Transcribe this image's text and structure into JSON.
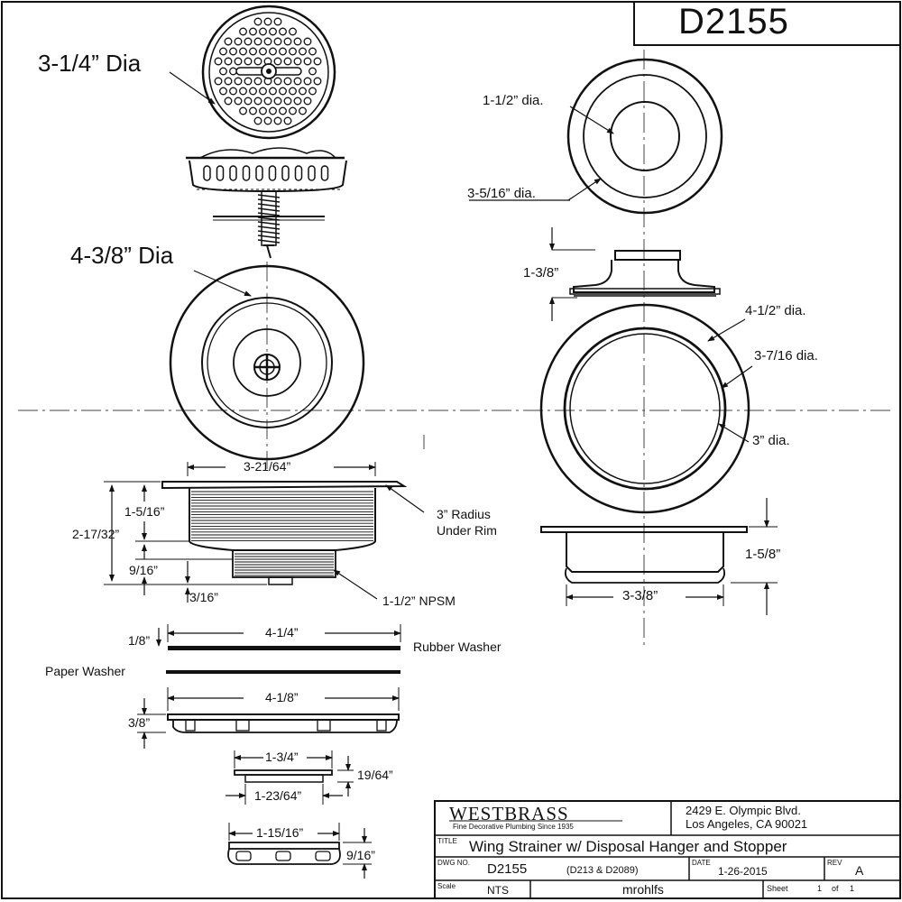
{
  "drawing_number_box": "D2155",
  "top_strainer": {
    "dia": "3-1/4” Dia"
  },
  "wing_strainer": {
    "dia": "4-3/8” Dia"
  },
  "stopper_top": {
    "hole_dia": "1-1/2” dia.",
    "outer_dia": "3-5/16” dia."
  },
  "stopper_side": {
    "height": "1-3/8”"
  },
  "flange_top": {
    "outer": "4-1/2” dia.",
    "mid": "3-7/16 dia.",
    "inner": "3” dia."
  },
  "flange_side": {
    "height": "1-5/8”",
    "width": "3-3/8”"
  },
  "body_side": {
    "top_width": "3-21/64”",
    "d_1_5_16": "1-5/16”",
    "d_2_17_32": "2-17/32”",
    "d_9_16": "9/16”",
    "d_3_16": "3/16”",
    "radius_note_1": "3” Radius",
    "radius_note_2": "Under Rim",
    "thread": "1-1/2” NPSM"
  },
  "rubber_washer": {
    "thickness": "1/8”",
    "width": "4-1/4”",
    "label": "Rubber Washer"
  },
  "paper_washer": {
    "label": "Paper Washer"
  },
  "nut": {
    "width": "4-1/8”",
    "height": "3/8”"
  },
  "small_washer": {
    "outer": "1-3/4”",
    "inner": "1-23/64”",
    "height": "19/64”"
  },
  "small_nut": {
    "width": "1-15/16”",
    "height": "9/16”"
  },
  "title_block": {
    "company": "WESTBRASS",
    "tagline": "Fine Decorative Plumbing Since 1935",
    "address1": "2429 E. Olympic Blvd.",
    "address2": "Los Angeles, CA 90021",
    "title_label": "TITLE",
    "title": "Wing Strainer w/ Disposal Hanger and Stopper",
    "dwg_label": "DWG NO.",
    "dwg_no": "D2155",
    "dwg_related": "(D213 & D2089)",
    "date_label": "DATE",
    "date": "1-26-2015",
    "rev_label": "REV",
    "rev": "A",
    "scale_label": "Scale",
    "scale": "NTS",
    "drawn_by": "mrohlfs",
    "sheet_label": "Sheet",
    "sheet": "1",
    "sheet_of": "of",
    "sheet_total": "1"
  }
}
